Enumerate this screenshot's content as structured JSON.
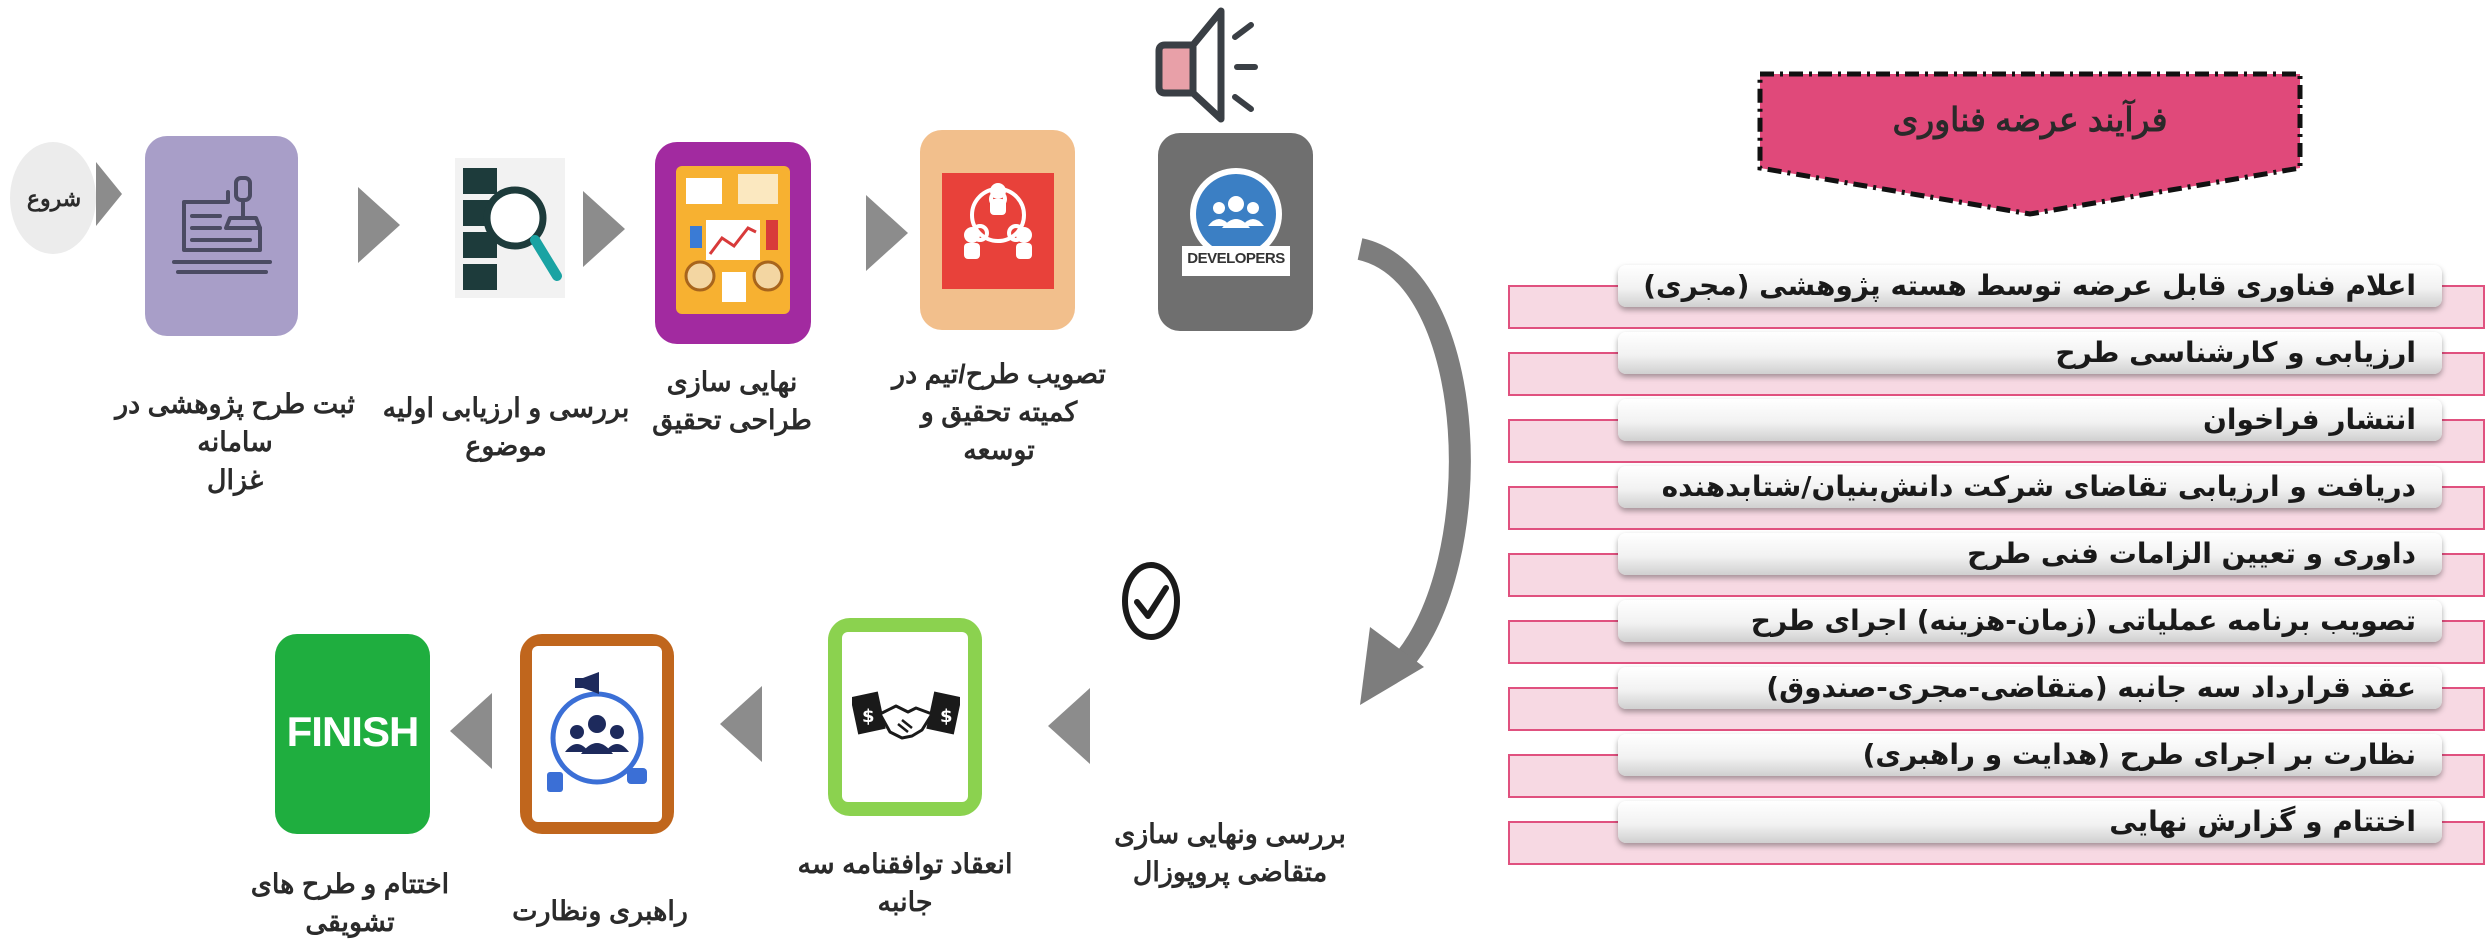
{
  "process_title": "فرآیند عرضه فناوری",
  "process_steps": [
    "اعلام فناوری قابل عرضه توسط هسته پژوهشی (مجری)",
    "ارزیابی و کارشناسی طرح",
    "انتشار فراخوان",
    "دریافت و ارزیابی تقاضای شرکت دانش‌بنیان/شتابدهنده",
    "داوری و تعیین الزامات فنی طرح",
    "تصویب برنامه عملیاتی (زمان-هزینه) اجرای طرح",
    "عقد قرارداد سه جانبه (متقاضی-مجری-صندوق)",
    "نظارت بر اجرای طرح (هدایت و راهبری)",
    "اختتام و گزارش نهایی"
  ],
  "flow": {
    "start_label": "شروع",
    "developers_label": "DEVELOPERS",
    "finish_label": "FINISH",
    "top_row": {
      "register_line1": "ثبت طرح پژوهشی در سامانه",
      "register_line2": "غزال",
      "review_line1": "بررسی و ارزیابی اولیه موضوع",
      "finalize_line1": "نهایی سازی",
      "finalize_line2": "طراحی تحقیق",
      "approve_line1": "تصویب طرح/تیم در",
      "approve_line2": "کمیته تحقیق و توسعه"
    },
    "bottom_row": {
      "proposal_line1": "بررسی ونهایی سازی",
      "proposal_line2": "متقاضی پروپوزال",
      "contract_line1": "انعقاد توافقنامه سه",
      "contract_line2": "جانبه",
      "supervise_line1": "راهبری ونظارت",
      "finish_line1": "اختتام و طرح های",
      "finish_line2": "تشویقی"
    }
  },
  "colors": {
    "title_pink": "#e0497a",
    "register_tile": "#a89ec8",
    "finalize_tile": "#a22aa0",
    "approve_tile": "#f2bf8c",
    "developers_tile": "#6f6f6f",
    "contract_tile": "#8bd24f",
    "supervise_tile": "#c0661d",
    "finish_tile": "#1fae3f",
    "arrow_gray": "#8c8c8c"
  },
  "icons": {
    "register": "stamp-document-icon",
    "review": "magnifier-server-icon",
    "finalize": "research-collage-icon",
    "approve": "team-network-icon",
    "developers": "people-group-icon",
    "announce": "megaphone-icon",
    "check": "check-circle-icon",
    "contract": "handshake-icon",
    "supervise": "team-support-icon"
  }
}
